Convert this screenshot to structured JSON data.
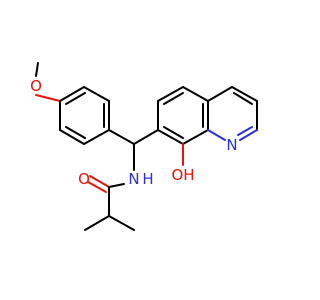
{
  "molecule": {
    "atoms": {
      "o_methoxy": "O",
      "o_carbonyl": "O",
      "n_amide": "N",
      "h_amide": "H",
      "o_hydroxyl": "OH",
      "n_quinoline": "N"
    },
    "colors": {
      "bond": "#000000",
      "oxygen": "#e8130b",
      "nitrogen": "#2f2fd8",
      "background": "#ffffff"
    }
  }
}
